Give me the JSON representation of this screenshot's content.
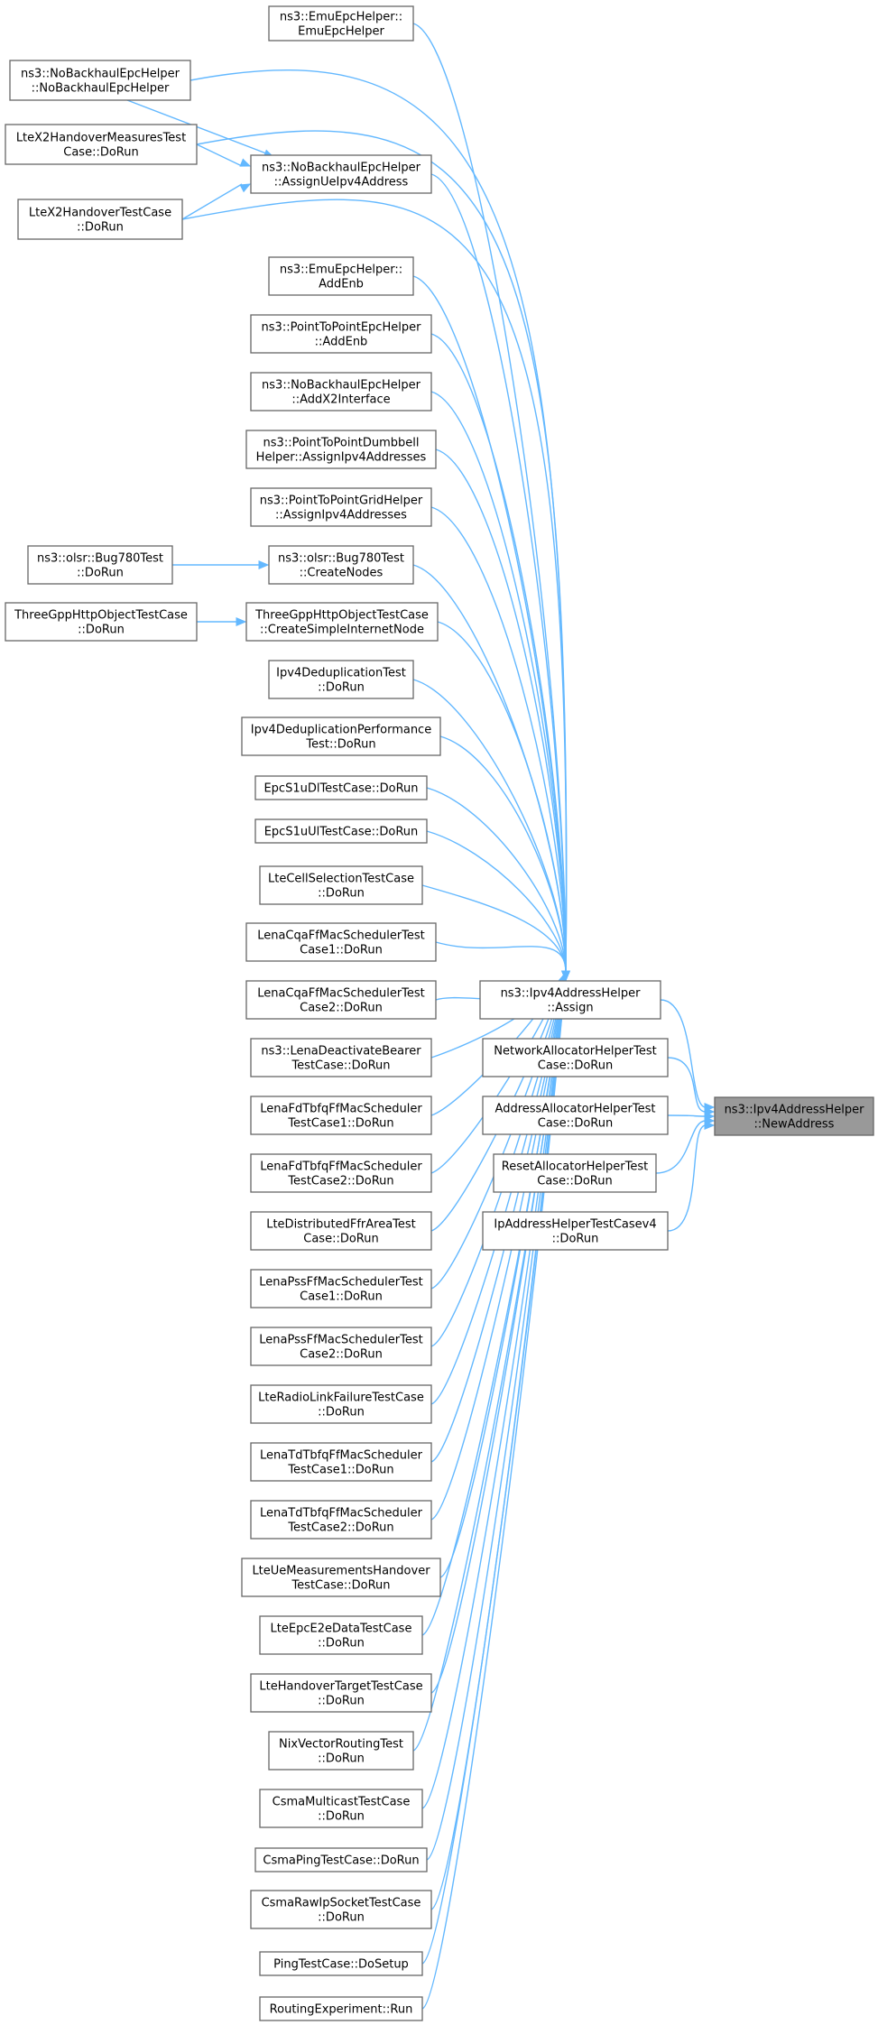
{
  "nodes": {
    "newaddress": {
      "lines": [
        "ns3::Ipv4AddressHelper",
        "::NewAddress"
      ]
    },
    "assign": {
      "lines": [
        "ns3::Ipv4AddressHelper",
        "::Assign"
      ]
    },
    "netalloc": {
      "lines": [
        "NetworkAllocatorHelperTest",
        "Case::DoRun"
      ]
    },
    "addralloc": {
      "lines": [
        "AddressAllocatorHelperTest",
        "Case::DoRun"
      ]
    },
    "resetalloc": {
      "lines": [
        "ResetAllocatorHelperTest",
        "Case::DoRun"
      ]
    },
    "iphelper": {
      "lines": [
        "IpAddressHelperTestCasev4",
        "::DoRun"
      ]
    },
    "emuhelper": {
      "lines": [
        "ns3::EmuEpcHelper::",
        "EmuEpcHelper"
      ]
    },
    "nobackhaulhelper": {
      "lines": [
        "ns3::NoBackhaulEpcHelper",
        "::NoBackhaulEpcHelper"
      ]
    },
    "ltex2meas": {
      "lines": [
        "LteX2HandoverMeasuresTest",
        "Case::DoRun"
      ]
    },
    "assignue": {
      "lines": [
        "ns3::NoBackhaulEpcHelper",
        "::AssignUeIpv4Address"
      ]
    },
    "ltex2ho": {
      "lines": [
        "LteX2HandoverTestCase",
        "::DoRun"
      ]
    },
    "emuaddenb": {
      "lines": [
        "ns3::EmuEpcHelper::",
        "AddEnb"
      ]
    },
    "p2paddenb": {
      "lines": [
        "ns3::PointToPointEpcHelper",
        "::AddEnb"
      ]
    },
    "addx2": {
      "lines": [
        "ns3::NoBackhaulEpcHelper",
        "::AddX2Interface"
      ]
    },
    "dumbbell": {
      "lines": [
        "ns3::PointToPointDumbbell",
        "Helper::AssignIpv4Addresses"
      ]
    },
    "grid": {
      "lines": [
        "ns3::PointToPointGridHelper",
        "::AssignIpv4Addresses"
      ]
    },
    "bugdorun": {
      "lines": [
        "ns3::olsr::Bug780Test",
        "::DoRun"
      ]
    },
    "bugcreate": {
      "lines": [
        "ns3::olsr::Bug780Test",
        "::CreateNodes"
      ]
    },
    "httpdorun": {
      "lines": [
        "ThreeGppHttpObjectTestCase",
        "::DoRun"
      ]
    },
    "httpcreate": {
      "lines": [
        "ThreeGppHttpObjectTestCase",
        "::CreateSimpleInternetNode"
      ]
    },
    "dedup": {
      "lines": [
        "Ipv4DeduplicationTest",
        "::DoRun"
      ]
    },
    "dedupperf": {
      "lines": [
        "Ipv4DeduplicationPerformance",
        "Test::DoRun"
      ]
    },
    "s1udl": {
      "lines": [
        "EpcS1uDlTestCase::DoRun"
      ]
    },
    "s1uul": {
      "lines": [
        "EpcS1uUlTestCase::DoRun"
      ]
    },
    "cellsel": {
      "lines": [
        "LteCellSelectionTestCase",
        "::DoRun"
      ]
    },
    "cqa1": {
      "lines": [
        "LenaCqaFfMacSchedulerTest",
        "Case1::DoRun"
      ]
    },
    "cqa2": {
      "lines": [
        "LenaCqaFfMacSchedulerTest",
        "Case2::DoRun"
      ]
    },
    "deactivate": {
      "lines": [
        "ns3::LenaDeactivateBearer",
        "TestCase::DoRun"
      ]
    },
    "fdtbfq1": {
      "lines": [
        "LenaFdTbfqFfMacScheduler",
        "TestCase1::DoRun"
      ]
    },
    "fdtbfq2": {
      "lines": [
        "LenaFdTbfqFfMacScheduler",
        "TestCase2::DoRun"
      ]
    },
    "distffr": {
      "lines": [
        "LteDistributedFfrAreaTest",
        "Case::DoRun"
      ]
    },
    "pss1": {
      "lines": [
        "LenaPssFfMacSchedulerTest",
        "Case1::DoRun"
      ]
    },
    "pss2": {
      "lines": [
        "LenaPssFfMacSchedulerTest",
        "Case2::DoRun"
      ]
    },
    "rlf": {
      "lines": [
        "LteRadioLinkFailureTestCase",
        "::DoRun"
      ]
    },
    "tdtbfq1": {
      "lines": [
        "LenaTdTbfqFfMacScheduler",
        "TestCase1::DoRun"
      ]
    },
    "tdtbfq2": {
      "lines": [
        "LenaTdTbfqFfMacScheduler",
        "TestCase2::DoRun"
      ]
    },
    "uemeas": {
      "lines": [
        "LteUeMeasurementsHandover",
        "TestCase::DoRun"
      ]
    },
    "e2e": {
      "lines": [
        "LteEpcE2eDataTestCase",
        "::DoRun"
      ]
    },
    "hotarget": {
      "lines": [
        "LteHandoverTargetTestCase",
        "::DoRun"
      ]
    },
    "nix": {
      "lines": [
        "NixVectorRoutingTest",
        "::DoRun"
      ]
    },
    "csmamc": {
      "lines": [
        "CsmaMulticastTestCase",
        "::DoRun"
      ]
    },
    "csmaping": {
      "lines": [
        "CsmaPingTestCase::DoRun"
      ]
    },
    "csmaraw": {
      "lines": [
        "CsmaRawIpSocketTestCase",
        "::DoRun"
      ]
    },
    "ping": {
      "lines": [
        "PingTestCase::DoSetup"
      ]
    },
    "routing": {
      "lines": [
        "RoutingExperiment::Run"
      ]
    }
  },
  "colors": {
    "edge": "#63b8ff",
    "node_border": "#666666",
    "focus_fill": "#999999"
  }
}
